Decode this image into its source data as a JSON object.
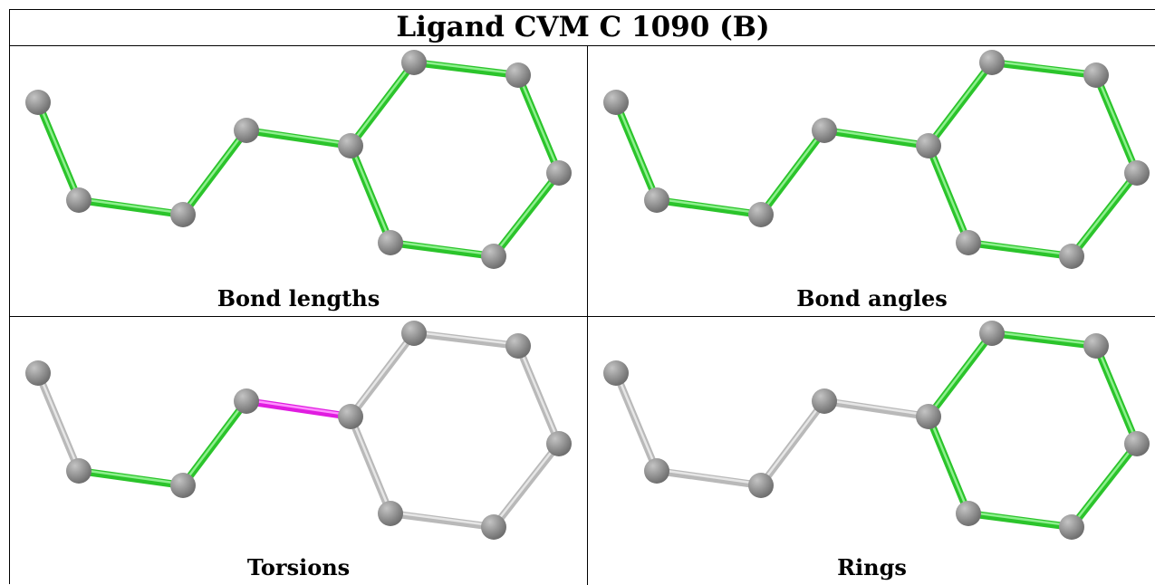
{
  "title": "Ligand CVM C 1090 (B)",
  "colors": {
    "highlight": "#2bc42b",
    "highlight_light": "#8ef08e",
    "inactive": "#b9b9b9",
    "inactive_light": "#e6e6e6",
    "torsion": "#e01ce0",
    "torsion_light": "#ff90ff",
    "atom": "#6f6f6f",
    "atom_light": "#c4c4c4"
  },
  "panels": [
    {
      "caption": "Bond lengths",
      "bond_styles": [
        "g",
        "g",
        "g",
        "g",
        "g",
        "g",
        "g",
        "g",
        "g",
        "g"
      ]
    },
    {
      "caption": "Bond angles",
      "bond_styles": [
        "g",
        "g",
        "g",
        "g",
        "g",
        "g",
        "g",
        "g",
        "g",
        "g"
      ]
    },
    {
      "caption": "Torsions",
      "bond_styles": [
        "n",
        "g",
        "g",
        "m",
        "n",
        "n",
        "n",
        "n",
        "n",
        "n"
      ]
    },
    {
      "caption": "Rings",
      "bond_styles": [
        "n",
        "n",
        "n",
        "n",
        "g",
        "g",
        "g",
        "g",
        "g",
        "g"
      ]
    }
  ]
}
